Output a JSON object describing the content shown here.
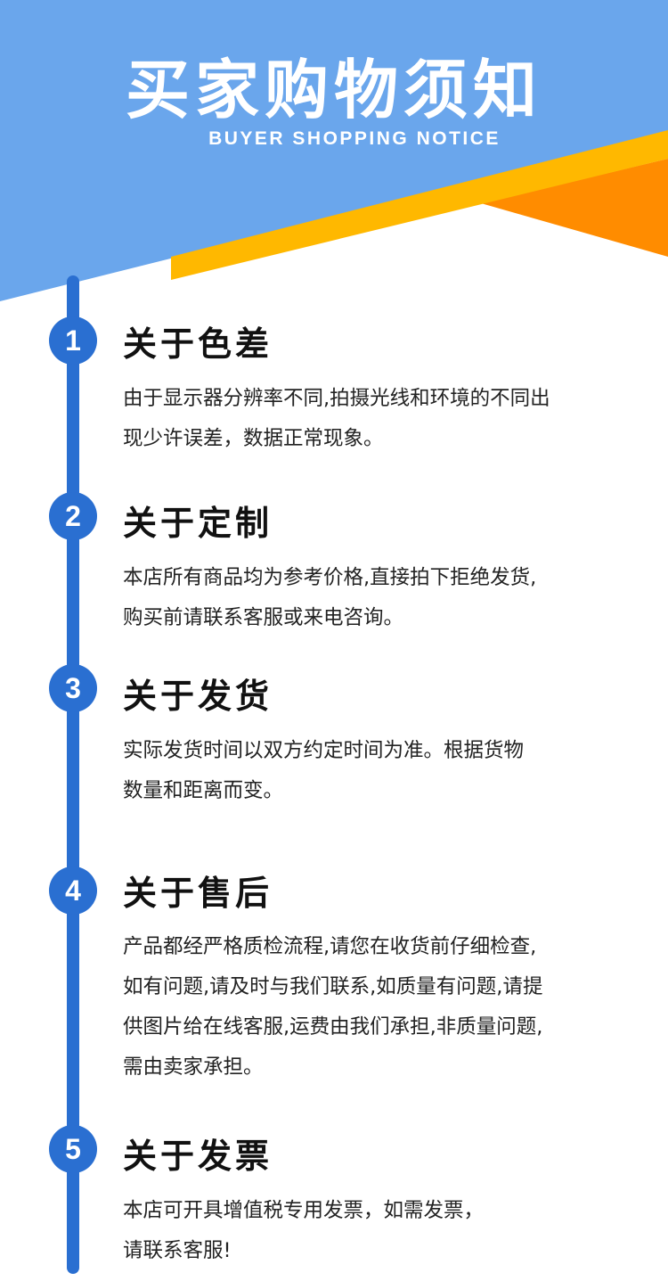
{
  "header": {
    "title": "买家购物须知",
    "subtitle": "BUYER SHOPPING NOTICE",
    "colors": {
      "blue": "#6aa6ec",
      "yellow": "#ffb800",
      "orange": "#ff8c00",
      "timeline": "#2a6fd1"
    }
  },
  "sections": [
    {
      "number": "1",
      "title": "关于色差",
      "lines": [
        "由于显示器分辨率不同,拍摄光线和环境的不同出",
        "现少许误差，数据正常现象。"
      ]
    },
    {
      "number": "2",
      "title": "关于定制",
      "lines": [
        "本店所有商品均为参考价格,直接拍下拒绝发货,",
        "购买前请联系客服或来电咨询。"
      ]
    },
    {
      "number": "3",
      "title": "关于发货",
      "lines": [
        "实际发货时间以双方约定时间为准。根据货物",
        "数量和距离而变。"
      ]
    },
    {
      "number": "4",
      "title": "关于售后",
      "lines": [
        "产品都经严格质检流程,请您在收货前仔细检查,",
        "如有问题,请及时与我们联系,如质量有问题,请提",
        "供图片给在线客服,运费由我们承担,非质量问题,",
        "需由卖家承担。"
      ]
    },
    {
      "number": "5",
      "title": "关于发票",
      "lines": [
        "本店可开具增值税专用发票，如需发票，",
        "请联系客服!"
      ]
    }
  ]
}
